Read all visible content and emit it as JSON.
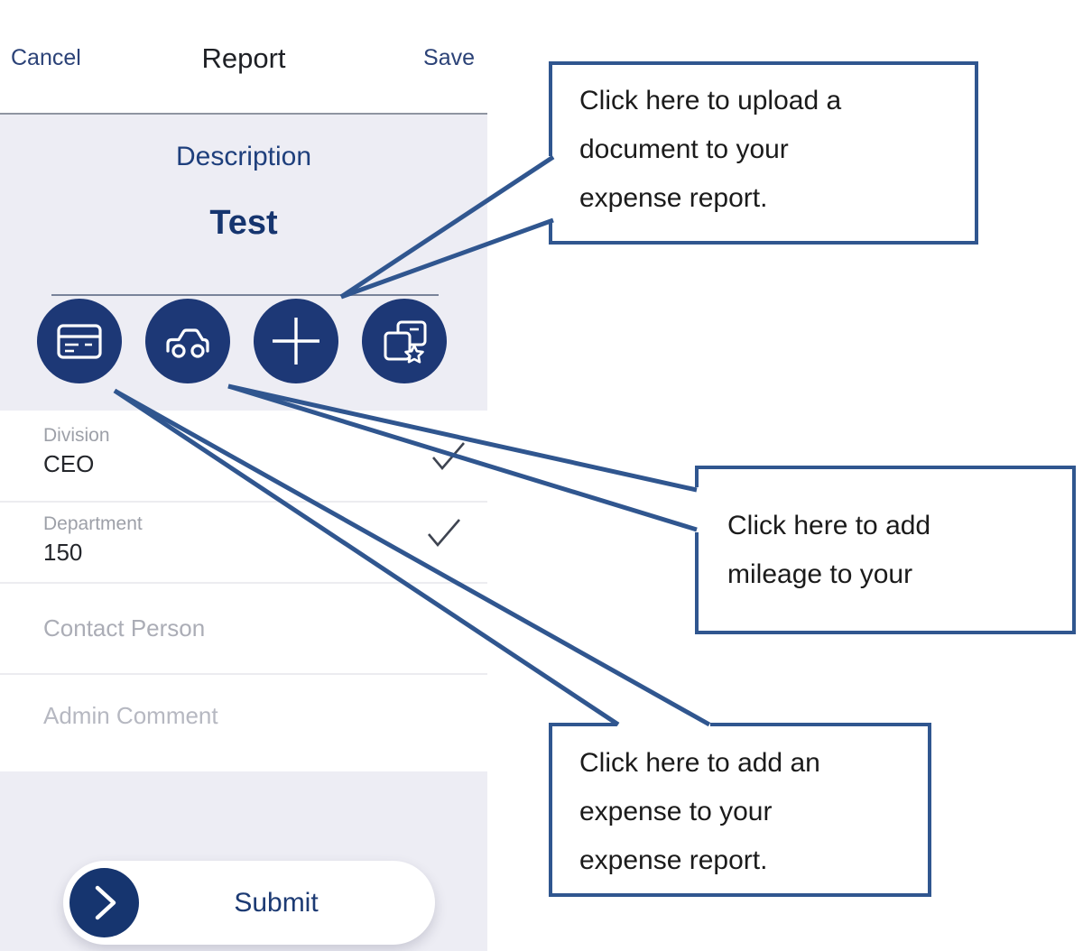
{
  "colors": {
    "icon_circle_navy": "#1d3876",
    "navy_text": "#16356f",
    "callout_blue": "#30568f",
    "section_bg_lavender": "#ededf4",
    "checkmark_gray": "#3e4451"
  },
  "app": {
    "header": {
      "cancel": "Cancel",
      "title": "Report",
      "save": "Save"
    },
    "description": {
      "label": "Description",
      "value": "Test"
    },
    "action_buttons": [
      {
        "icon": "credit-card-icon"
      },
      {
        "icon": "car-icon"
      },
      {
        "icon": "plus-icon"
      },
      {
        "icon": "document-star-icon"
      }
    ],
    "fields": [
      {
        "label": "Division",
        "value": "CEO",
        "checked": true
      },
      {
        "label": "Department",
        "value": "150",
        "checked": true
      },
      {
        "label": "Contact Person",
        "value": "",
        "checked": false
      },
      {
        "label": "Admin Comment",
        "value": "",
        "checked": false
      }
    ],
    "submit": {
      "label": "Submit"
    }
  },
  "callouts": [
    {
      "lines": [
        "Click here to upload a",
        "document to your",
        "expense report."
      ]
    },
    {
      "lines": [
        "Click here to add",
        "mileage to your"
      ]
    },
    {
      "lines": [
        "Click here to add an",
        "expense to your",
        "expense report."
      ]
    }
  ]
}
